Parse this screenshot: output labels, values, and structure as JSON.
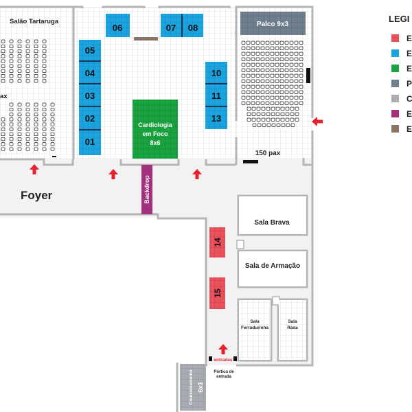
{
  "rooms": {
    "salao_tartaruga": "Salão Tartaruga",
    "salao_pax_fragment": "ax",
    "palco": "Palco 9x3",
    "auditorio_pax": "150 pax",
    "cardiologia_line1": "Cardiologia",
    "cardiologia_line2": "em Foco",
    "cardiologia_line3": "8x6",
    "backdrop": "Backdrop",
    "foyer": "Foyer",
    "sala_brava": "Sala Brava",
    "sala_armacao": "Sala de Armação",
    "sala_ferradurinha_line1": "Sala",
    "sala_ferradurinha_line2": "Ferradurinha",
    "sala_rasa_line1": "Sala",
    "sala_rasa_line2": "Rasa",
    "entradas": "entradas",
    "portico_line1": "Pórtico de",
    "portico_line2": "entrada",
    "credenciamento": "Credenciamento",
    "credenciamento_size": "6x3"
  },
  "booths": {
    "b01": "01",
    "b02": "02",
    "b03": "03",
    "b04": "04",
    "b05": "05",
    "b06": "06",
    "b07": "07",
    "b08": "08",
    "b10": "10",
    "b11": "11",
    "b13": "13",
    "b14": "14",
    "b15": "15"
  },
  "legend": {
    "title": "LEGI",
    "items": [
      {
        "color": "#e8505b",
        "label": "E"
      },
      {
        "color": "#1ba3e0",
        "label": "E"
      },
      {
        "color": "#1aa241",
        "label": "E"
      },
      {
        "color": "#6f7f8e",
        "label": "P"
      },
      {
        "color": "#a9acb3",
        "label": "C"
      },
      {
        "color": "#a2307f",
        "label": "E"
      },
      {
        "color": "#8a7465",
        "label": "E"
      }
    ]
  },
  "colors": {
    "red_booth": "#e8505b",
    "blue_booth": "#1ba3e0",
    "green_area": "#1aa241",
    "stage": "#6f7f8e",
    "credential": "#a9acb3",
    "backdrop": "#a2307f",
    "table": "#8a7465",
    "arrow": "#e8222c",
    "wall": "#b5b5b5"
  }
}
